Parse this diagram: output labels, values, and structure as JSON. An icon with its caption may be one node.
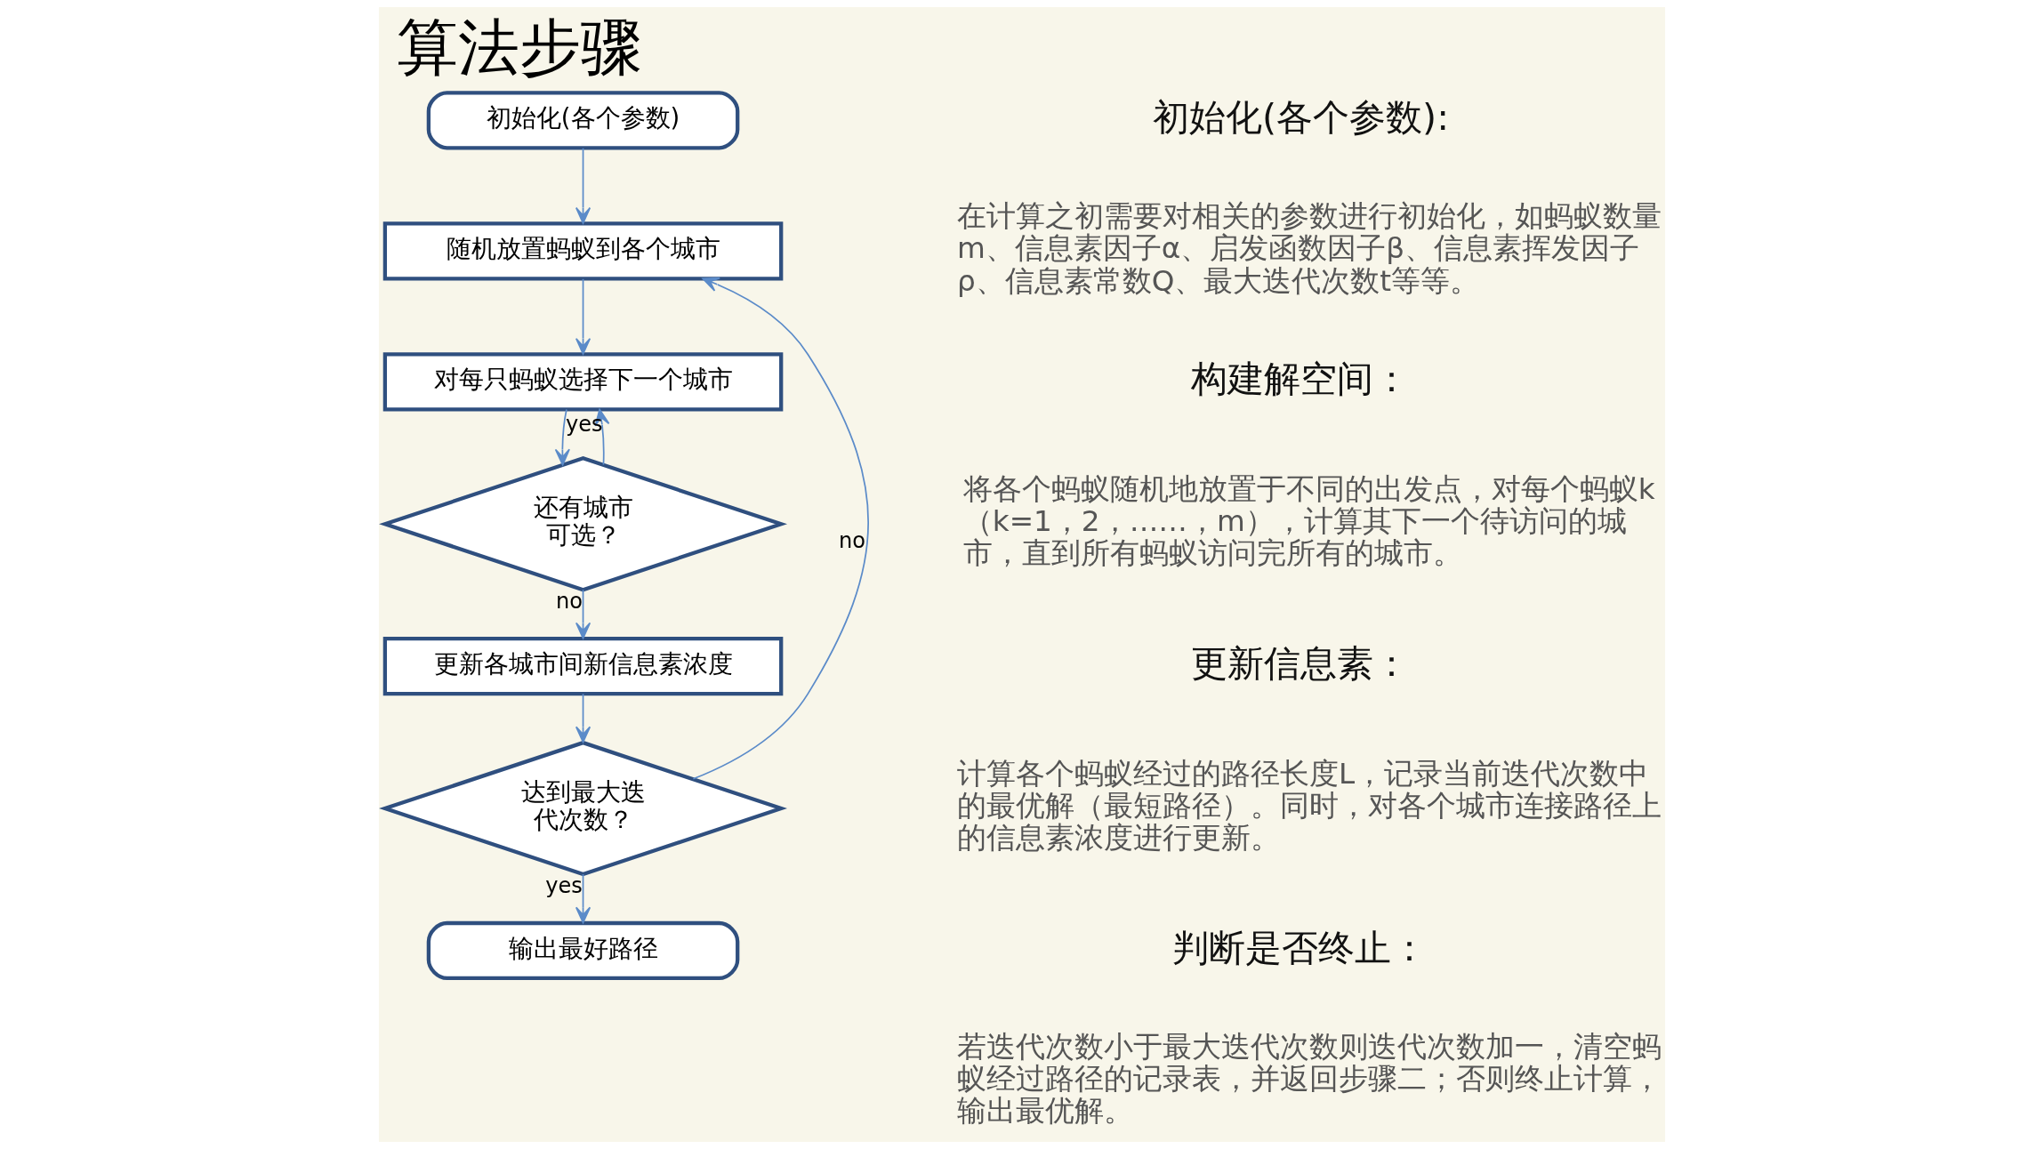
{
  "diagram": {
    "title": "算法步骤",
    "nodes": [
      {
        "text": [
          "初始化(各个参数)"
        ]
      },
      {
        "text": [
          "随机放置蚂蚁到各个城市"
        ]
      },
      {
        "text": [
          "对每只蚂蚁选择下一个城市"
        ]
      },
      {
        "text": [
          "还有城市可选？"
        ]
      },
      {
        "text": [
          "更新各城市间新信息素浓度"
        ]
      },
      {
        "text": [
          "达到最大迭代次数？"
        ]
      },
      {
        "text": [
          "输出最好路径"
        ]
      }
    ],
    "edges": [
      {
        "from": 0,
        "to": 1,
        "arrow": "to"
      },
      {
        "from": 1,
        "to": 2,
        "arrow": "to"
      },
      {
        "from": 2,
        "to": 3,
        "arrow": "to"
      },
      {
        "from": 3,
        "to": 2,
        "arrow": "to",
        "label": "yes"
      },
      {
        "from": 3,
        "to": 4,
        "arrow": "to",
        "label": "no"
      },
      {
        "from": 4,
        "to": 5,
        "arrow": "to"
      },
      {
        "from": 5,
        "to": 1,
        "arrow": "to",
        "label": "no"
      },
      {
        "from": 5,
        "to": 6,
        "arrow": "to",
        "label": "yes"
      }
    ],
    "labels": [
      "初始化(各个参数):",
      "在计算之初需要对相关的参数进行初始化，如蚂蚁数量m、信息素因子α、启发函数因子β、信息素挥发因子ρ、信息素常数Q、最大迭代次数t等等。",
      "构建解空间：",
      "将各个蚂蚁随机地放置于不同的出发点，对每个蚂蚁k（k=1，2，……，m），计算其下一个待访问的城市，直到所有蚂蚁访问完所有的城市。",
      "更新信息素：",
      "计算各个蚂蚁经过的路径长度L，记录当前迭代次数中的最优解（最短路径）。同时，对各个城市连接路径上的信息素浓度进行更新。",
      "判断是否终止：",
      "若迭代次数小于最大迭代次数则迭代次数加一，清空蚂蚁经过路径的记录表，并返回步骤二；否则终止计算，输出最优解。"
    ]
  }
}
